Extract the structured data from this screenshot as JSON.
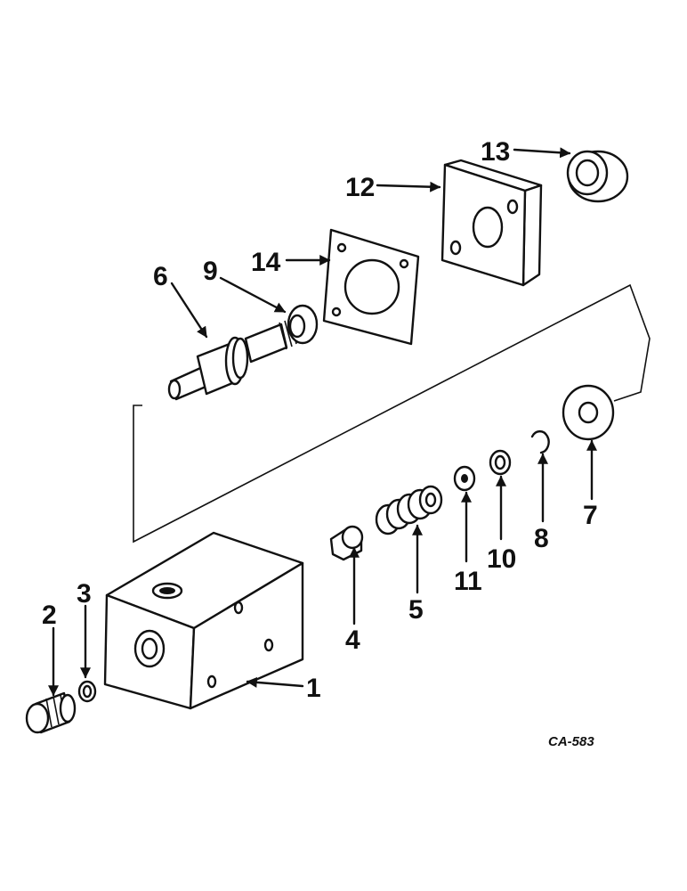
{
  "callouts": {
    "c1": "1",
    "c2": "2",
    "c3": "3",
    "c4": "4",
    "c5": "5",
    "c6": "6",
    "c7": "7",
    "c8": "8",
    "c9": "9",
    "c10": "10",
    "c11": "11",
    "c12": "12",
    "c13": "13",
    "c14": "14"
  },
  "drawing_code": "CA-583"
}
